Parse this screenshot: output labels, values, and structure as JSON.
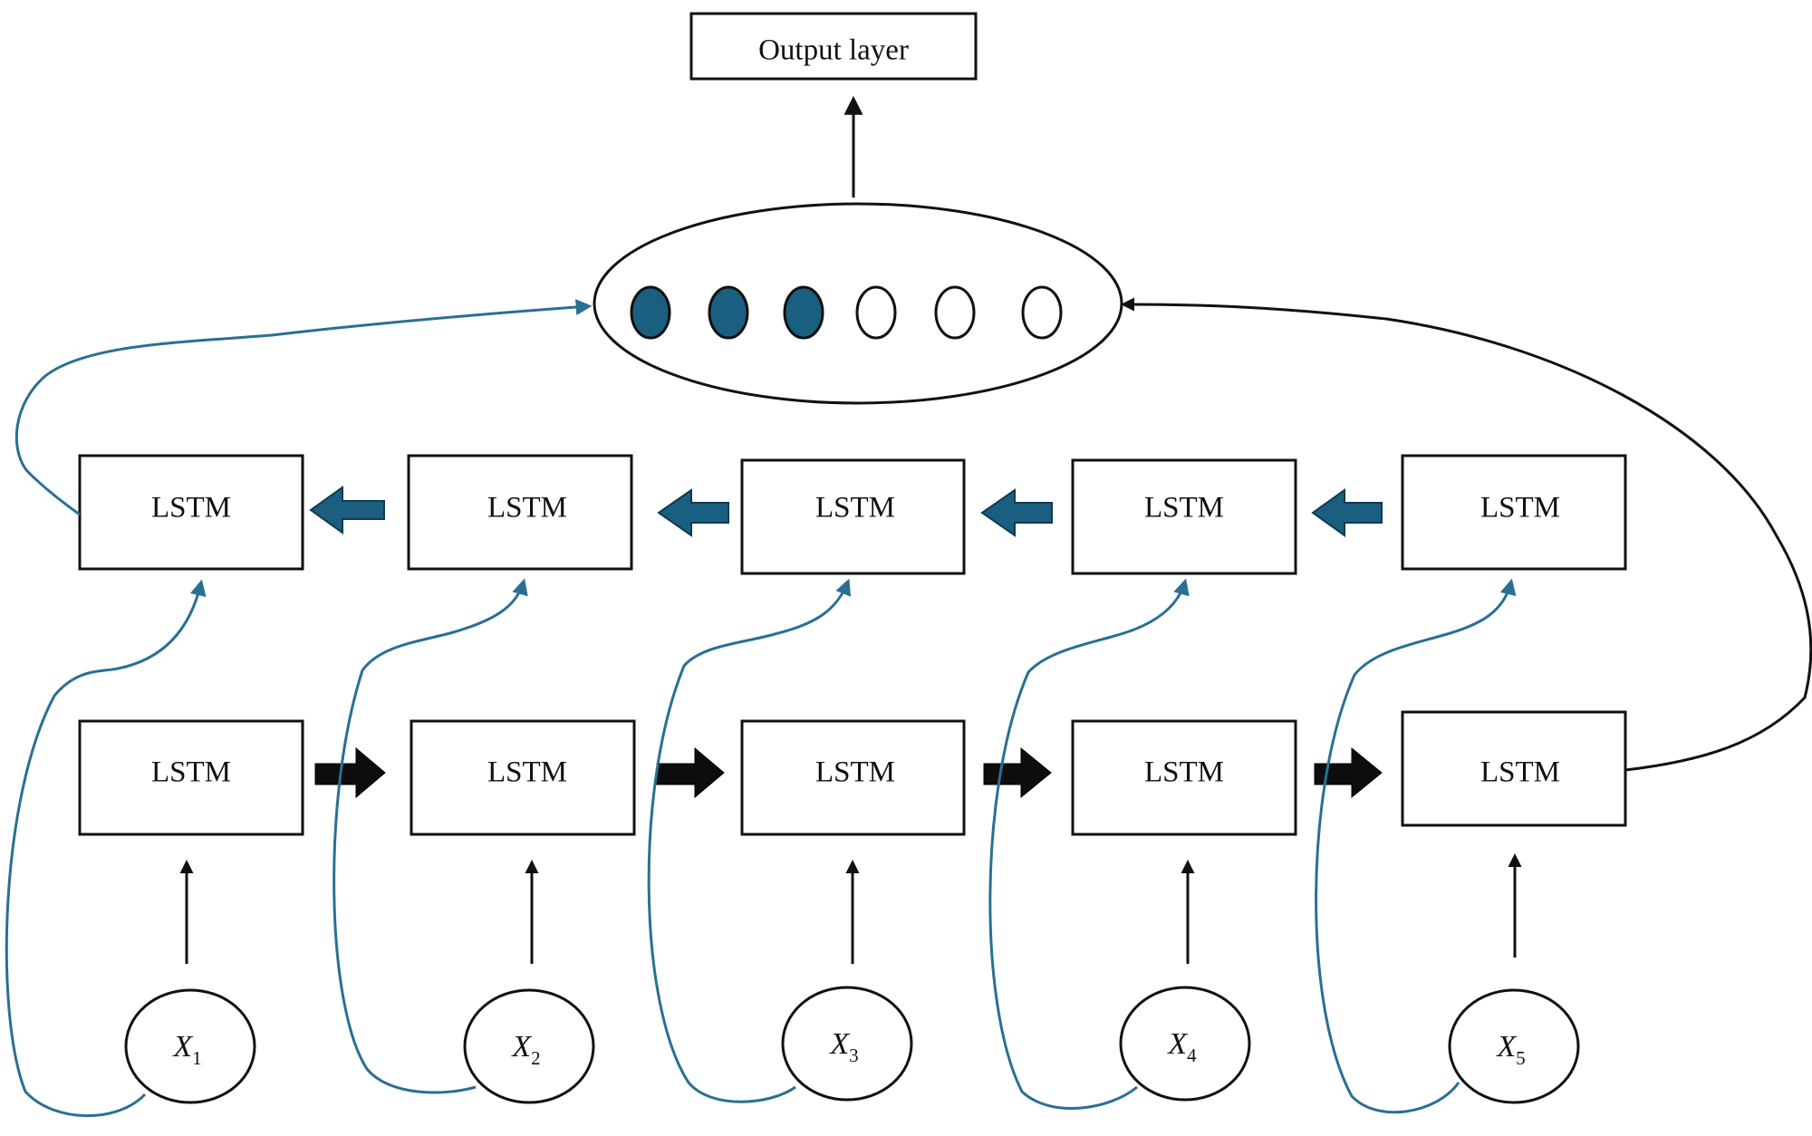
{
  "output_layer": {
    "label": "Output layer"
  },
  "lstm_label": "LSTM",
  "inputs": [
    {
      "symbol": "X",
      "subscript": "1"
    },
    {
      "symbol": "X",
      "subscript": "2"
    },
    {
      "symbol": "X",
      "subscript": "3"
    },
    {
      "symbol": "X",
      "subscript": "4"
    },
    {
      "symbol": "X",
      "subscript": "5"
    }
  ],
  "hidden_state_circles": [
    {
      "filled": true
    },
    {
      "filled": true
    },
    {
      "filled": true
    },
    {
      "filled": false
    },
    {
      "filled": false
    },
    {
      "filled": false
    }
  ],
  "colors": {
    "stroke": "#111111",
    "backward_accent": "#1b5f80",
    "forward_arrow": "#0d0d0d",
    "filled_circle": "#1b5f80"
  }
}
